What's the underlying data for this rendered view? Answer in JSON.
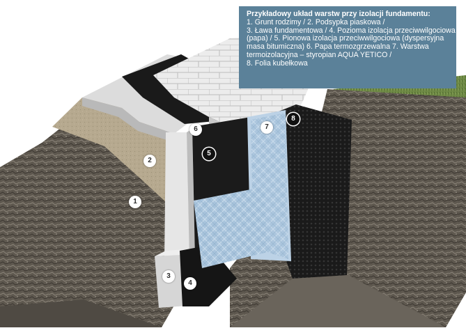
{
  "legend": {
    "title": "Przykładowy układ warstw przy izolacji fundamentu:",
    "lines": [
      "1. Grunt rodzimy / 2. Podsypka piaskowa /",
      "3. Ława fundamentowa / 4. Pozioma izolacja przeciwwilgociowa",
      "(papa) / 5. Pionowa izolacja przeciwwilgociowa (dyspersyjna",
      "masa bitumiczna) 6. Papa termozgrzewalna 7. Warstwa",
      "termoizolacyjna – styropian AQUA YETICO /",
      "8. Folia kubełkowa"
    ]
  },
  "markers": [
    "1",
    "2",
    "3",
    "4",
    "5",
    "6",
    "7",
    "8"
  ],
  "colors": {
    "legend_bg": "#5b8199",
    "soil": "#5e584f",
    "sand": "#b6a98f",
    "concrete": "#d9d9d9",
    "bitumen": "#171717",
    "eps": "#a9c4dc"
  }
}
